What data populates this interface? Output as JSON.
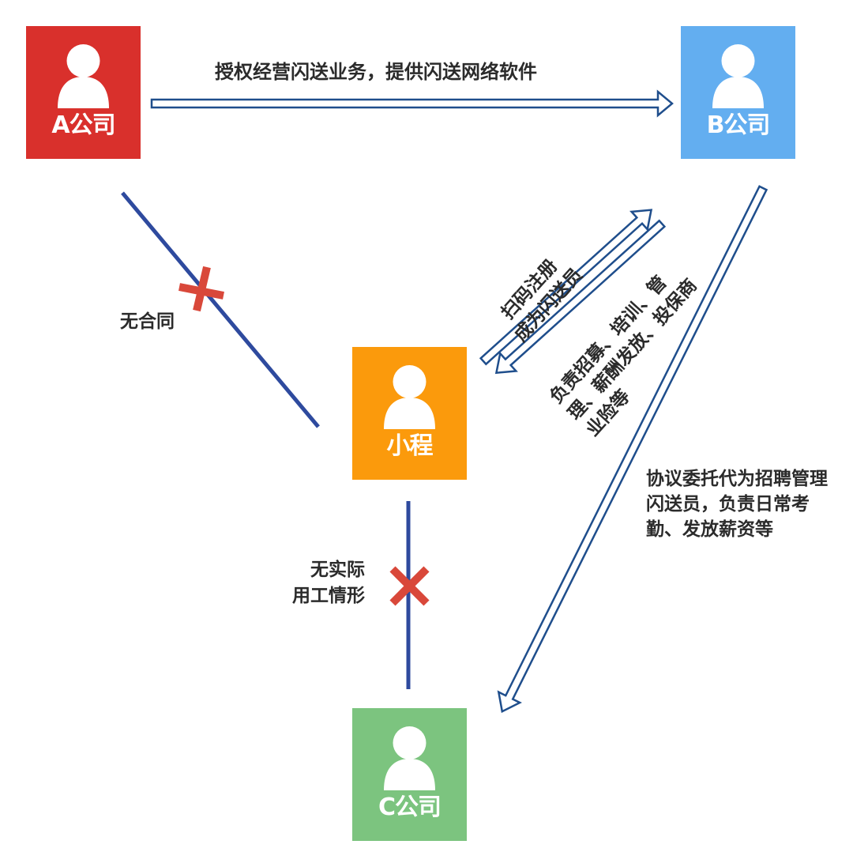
{
  "nodes": {
    "a": {
      "label": "A公司",
      "color": "#d9302c"
    },
    "b": {
      "label": "B公司",
      "color": "#63aef0"
    },
    "person": {
      "label": "小程",
      "color": "#fb9a0c"
    },
    "c": {
      "label": "C公司",
      "color": "#7cc47f"
    }
  },
  "edges": {
    "a_to_b": "授权经营闪送业务，提供闪送网络软件",
    "a_person": "无合同",
    "person_to_b": [
      "扫码注册",
      "成为闪送员"
    ],
    "b_to_person": "负责招募、培训、管理、薪酬发放、投保商业险等",
    "person_c": [
      "无实际",
      "用工情形"
    ],
    "b_to_c": "协议委托代为招聘管理闪送员，负责日常考勤、发放薪资等"
  },
  "colors": {
    "arrow_stroke": "#1f4e8c",
    "line": "#2e4a9e",
    "cross": "#d9483a",
    "text": "#2b2b2b"
  }
}
